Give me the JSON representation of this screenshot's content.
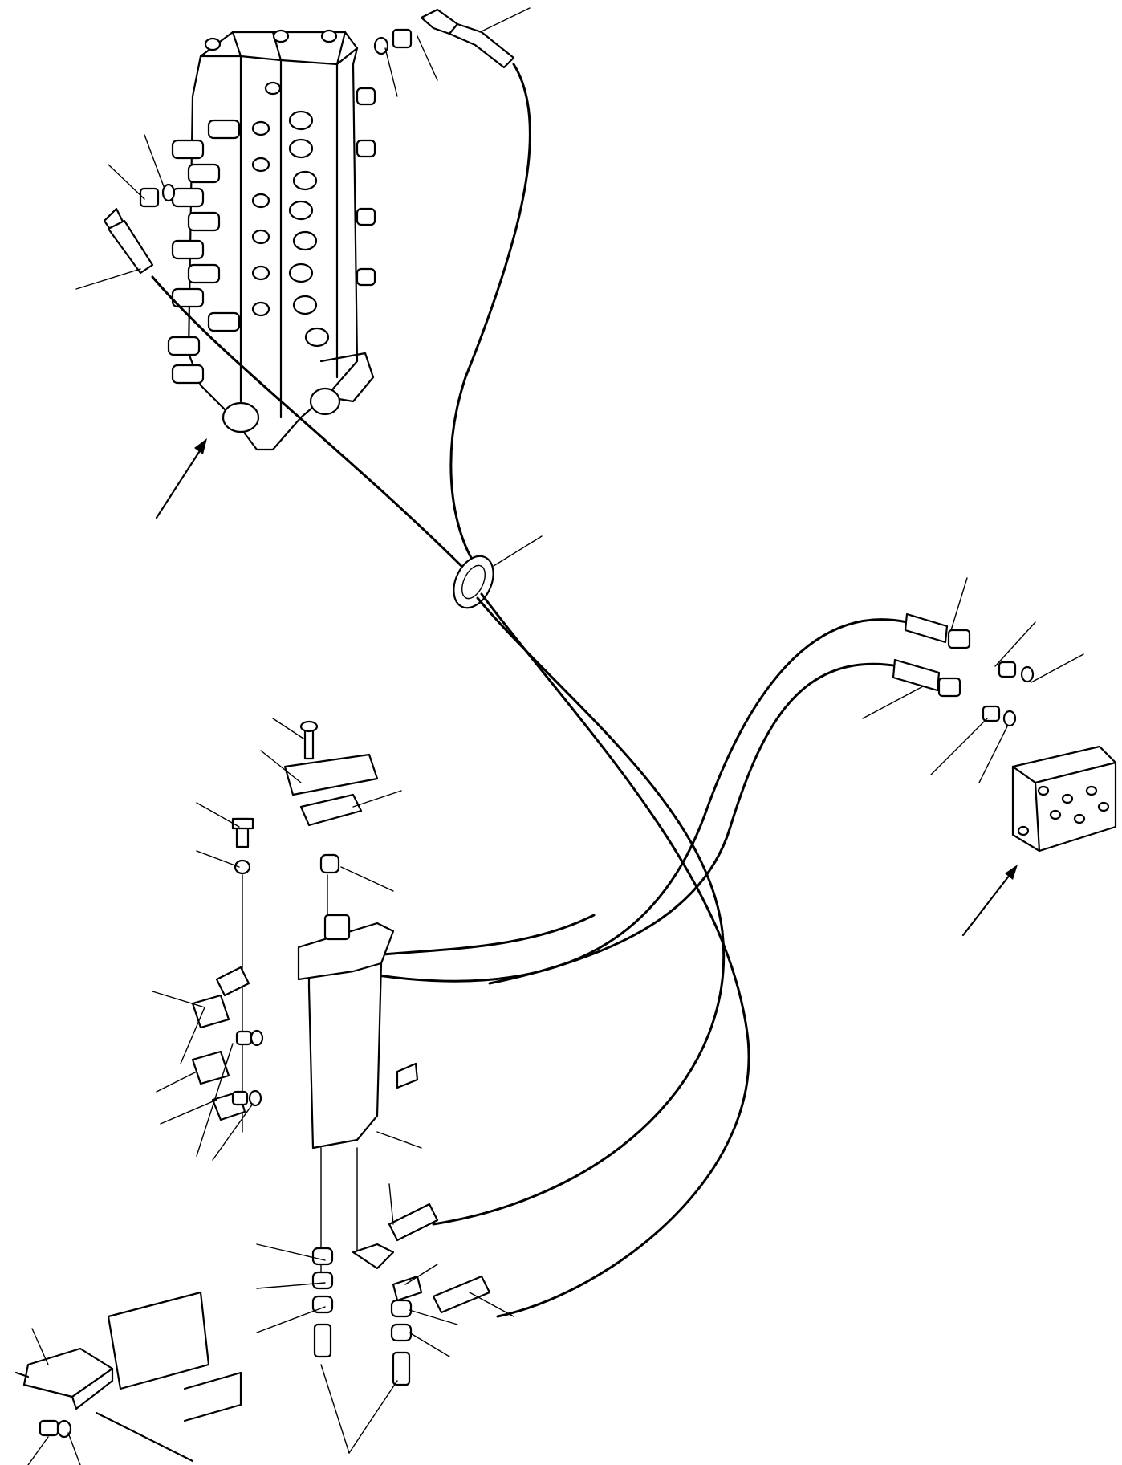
{
  "diagram": {
    "kind": "exploded parts drawing",
    "labels": [],
    "colors": {
      "line": "#000000",
      "background": "#ffffff"
    },
    "components": [
      "control-valve",
      "hose-clamp",
      "ppc-valve",
      "junction-block",
      "lock-switch",
      "leader-lines"
    ]
  }
}
